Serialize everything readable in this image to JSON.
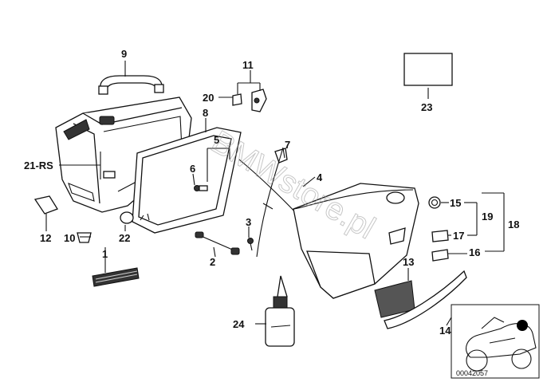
{
  "watermark": "BMWstore.pl",
  "reference_code": "00042057",
  "callouts": [
    {
      "id": "c9",
      "text": "9"
    },
    {
      "id": "c11",
      "text": "11"
    },
    {
      "id": "c20",
      "text": "20"
    },
    {
      "id": "c8",
      "text": "8"
    },
    {
      "id": "c5",
      "text": "5"
    },
    {
      "id": "c7",
      "text": "7"
    },
    {
      "id": "c6",
      "text": "6"
    },
    {
      "id": "c4",
      "text": "4"
    },
    {
      "id": "c21",
      "text": "21-RS"
    },
    {
      "id": "c3",
      "text": "3"
    },
    {
      "id": "c12",
      "text": "12"
    },
    {
      "id": "c10",
      "text": "10"
    },
    {
      "id": "c22",
      "text": "22"
    },
    {
      "id": "c2",
      "text": "2"
    },
    {
      "id": "c1",
      "text": "1"
    },
    {
      "id": "c23",
      "text": "23"
    },
    {
      "id": "c15",
      "text": "15"
    },
    {
      "id": "c19",
      "text": "19"
    },
    {
      "id": "c18",
      "text": "18"
    },
    {
      "id": "c17",
      "text": "17"
    },
    {
      "id": "c16",
      "text": "16"
    },
    {
      "id": "c13",
      "text": "13"
    },
    {
      "id": "c24",
      "text": "24"
    },
    {
      "id": "c14",
      "text": "14"
    }
  ]
}
